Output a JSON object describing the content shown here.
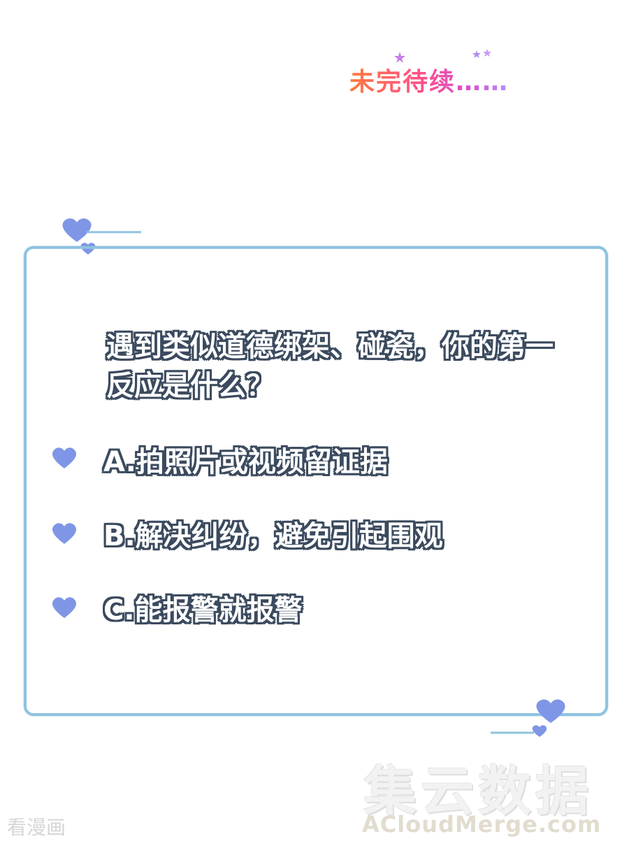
{
  "header": {
    "to_be_continued": "未完待续……"
  },
  "quiz": {
    "question": "遇到类似道德绑架、碰瓷，你的第一反应是什么？",
    "options": [
      {
        "label": "A.拍照片或视频留证据"
      },
      {
        "label": "B.解决纠纷，避免引起围观"
      },
      {
        "label": "C.能报警就报警"
      }
    ]
  },
  "watermark": {
    "site_cn": "集云数据",
    "site_en": "ACloudMerge.com",
    "source": "看漫画"
  },
  "colors": {
    "frame": "#8ec3df",
    "heart": "#7f96e6",
    "text_outline": "#3b4a5e"
  },
  "icons": {
    "bullet": "heart-icon",
    "decoration": "heart-icon",
    "sparkle": "star-icon"
  }
}
